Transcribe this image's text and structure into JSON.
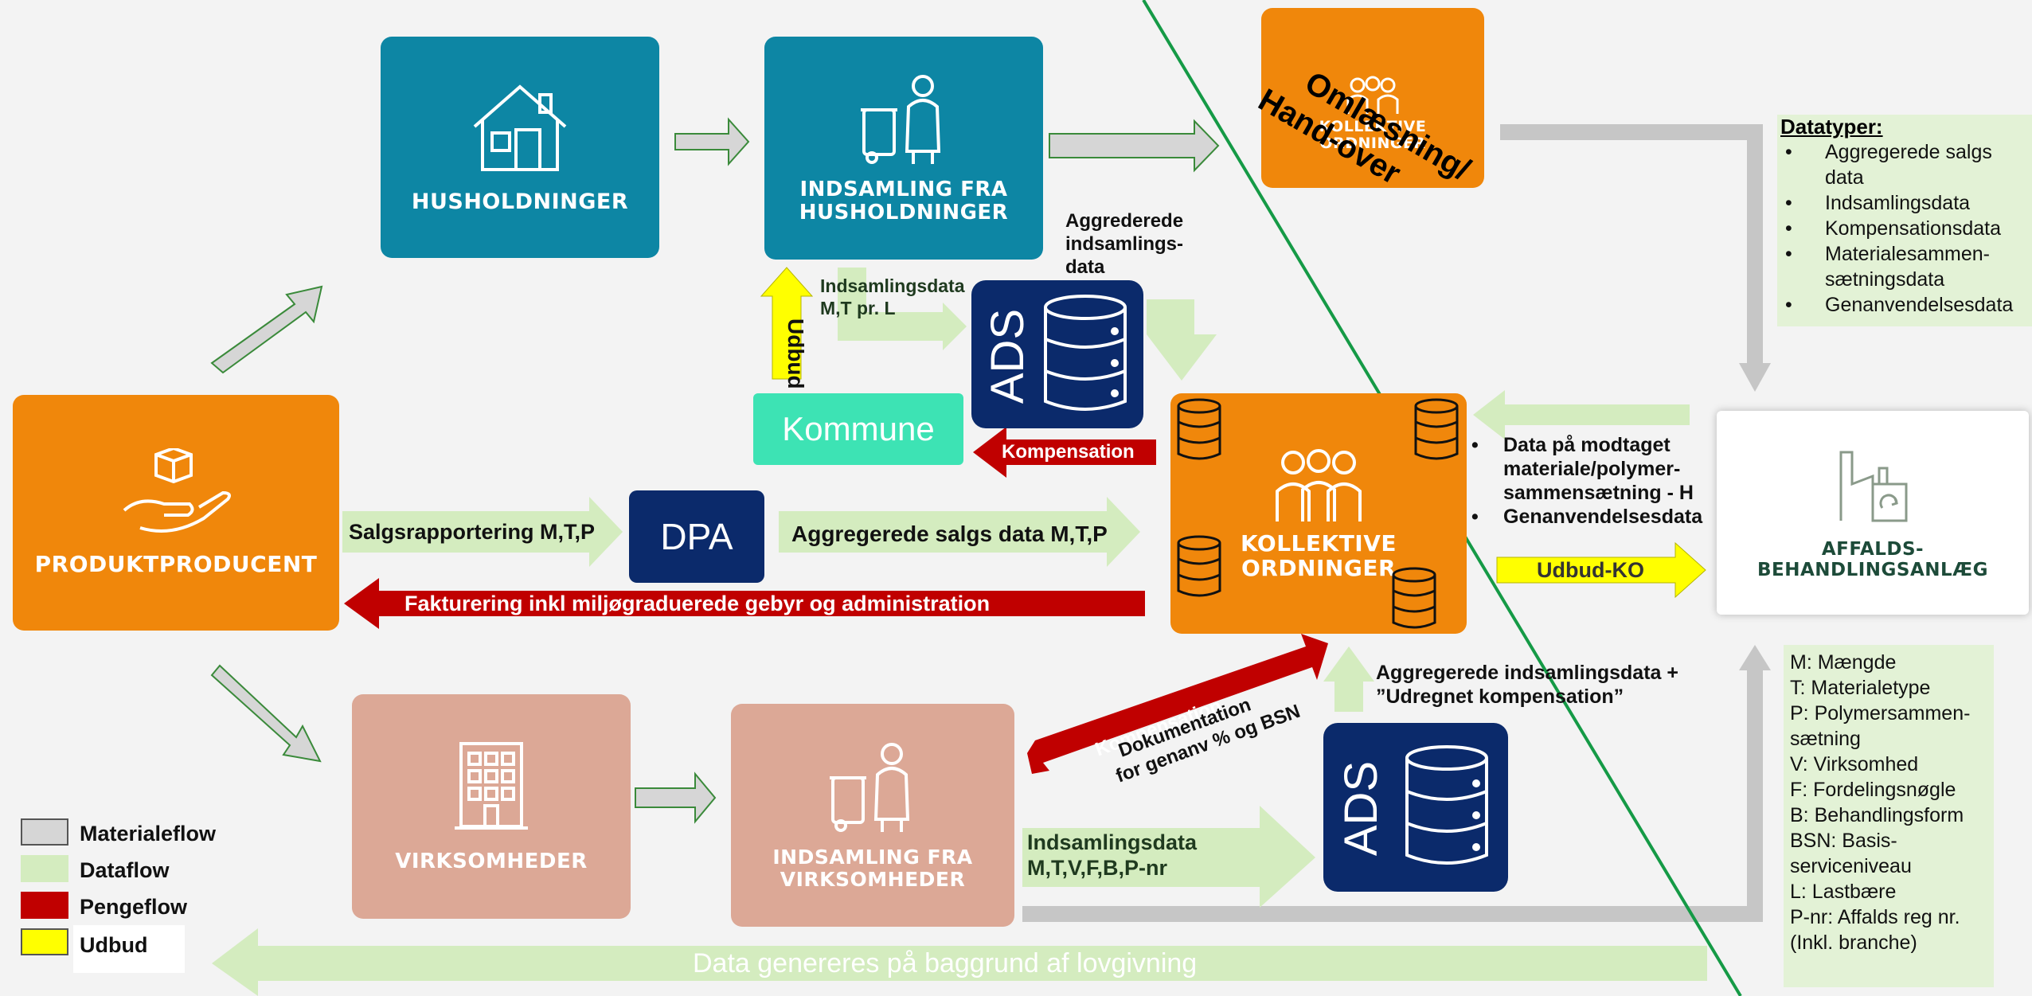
{
  "boxes": {
    "husholdninger": "HUSHOLDNINGER",
    "indsamling_hus": [
      "INDSAMLING FRA",
      "HUSHOLDNINGER"
    ],
    "kollektive_top": [
      "KOLLEKTIVE",
      "ORDNINGER"
    ],
    "produktproducent": "PRODUKTPRODUCENT",
    "kollektive_main": [
      "KOLLEKTIVE",
      "ORDNINGER"
    ],
    "affald": [
      "AFFALDS-",
      "BEHANDLINGSANLÆG"
    ],
    "virksomheder": "VIRKSOMHEDER",
    "indsamling_virk": [
      "INDSAMLING FRA",
      "VIRKSOMHEDER"
    ],
    "kommune": "Kommune",
    "dpa": "DPA",
    "ads": "ADS"
  },
  "labels": {
    "omlaesning": [
      "Omlæsning/",
      "Hand-over"
    ],
    "aggregerede_indsamlingsdata": [
      "Aggrederede",
      "indsamlings-",
      "data"
    ],
    "indsamlingsdata_top": [
      "Indsamlingsdata",
      "M,T pr. L"
    ],
    "udbud_vertical": "Udbud",
    "kompensation_top": "Kompensation",
    "salgsrapportering": "Salgsrapportering M,T,P",
    "aggregerede_salgs": "Aggregerede salgs data M,T,P",
    "fakturering": "Fakturering inkl miljøgraduerede gebyr og administration",
    "data_modtaget": [
      "Data på modtaget",
      "materiale/polymer-",
      "sammensætning - H"
    ],
    "genanvendelsesdata": "Genanvendelsesdata",
    "udbud_ko": "Udbud-KO",
    "aggregerede_komp": [
      "Aggregerede indsamlingsdata +",
      "”Udregnet kompensation”"
    ],
    "kompensation_diag": "Kompensation",
    "dokumentation": [
      "Dokumentation",
      "for genanv % og BSN"
    ],
    "indsamlingsdata_bottom": [
      "Indsamlingsdata",
      "M,T,V,F,B,P-nr"
    ],
    "bottom_banner": "Data genereres på baggrund af lovgivning"
  },
  "datatyper": {
    "title": "Datatyper:",
    "items": [
      "Aggregerede salgs data",
      "Indsamlingsdata",
      "Kompensationsdata",
      "Materialesammen-sætningsdata",
      "Genanvendelsesdata"
    ]
  },
  "key": [
    "M: Mængde",
    "T: Materialetype",
    "P: Polymersammen-sætning",
    "V: Virksomhed",
    "F: Fordelingsnøgle",
    "B: Behandlingsform",
    "BSN: Basis-serviceniveau",
    "L: Lastbære",
    "P-nr: Affalds reg nr. (Inkl. branche)"
  ],
  "legend": [
    {
      "label": "Materialeflow",
      "color": "#d6d6d6"
    },
    {
      "label": "Dataflow",
      "color": "#d4ecbf"
    },
    {
      "label": "Pengeflow",
      "color": "#c00000"
    },
    {
      "label": "Udbud",
      "color": "#ffff00"
    }
  ],
  "colors": {
    "teal": "#0d86a4",
    "orange": "#f0870b",
    "salmon": "#dca896",
    "navy": "#0b2a6b",
    "mint": "#3de3b4",
    "dataflow": "#d4ecbf",
    "materialflow": "#d6d6d6",
    "money": "#c00000",
    "udbud": "#ffff00",
    "divider": "#159a46"
  }
}
